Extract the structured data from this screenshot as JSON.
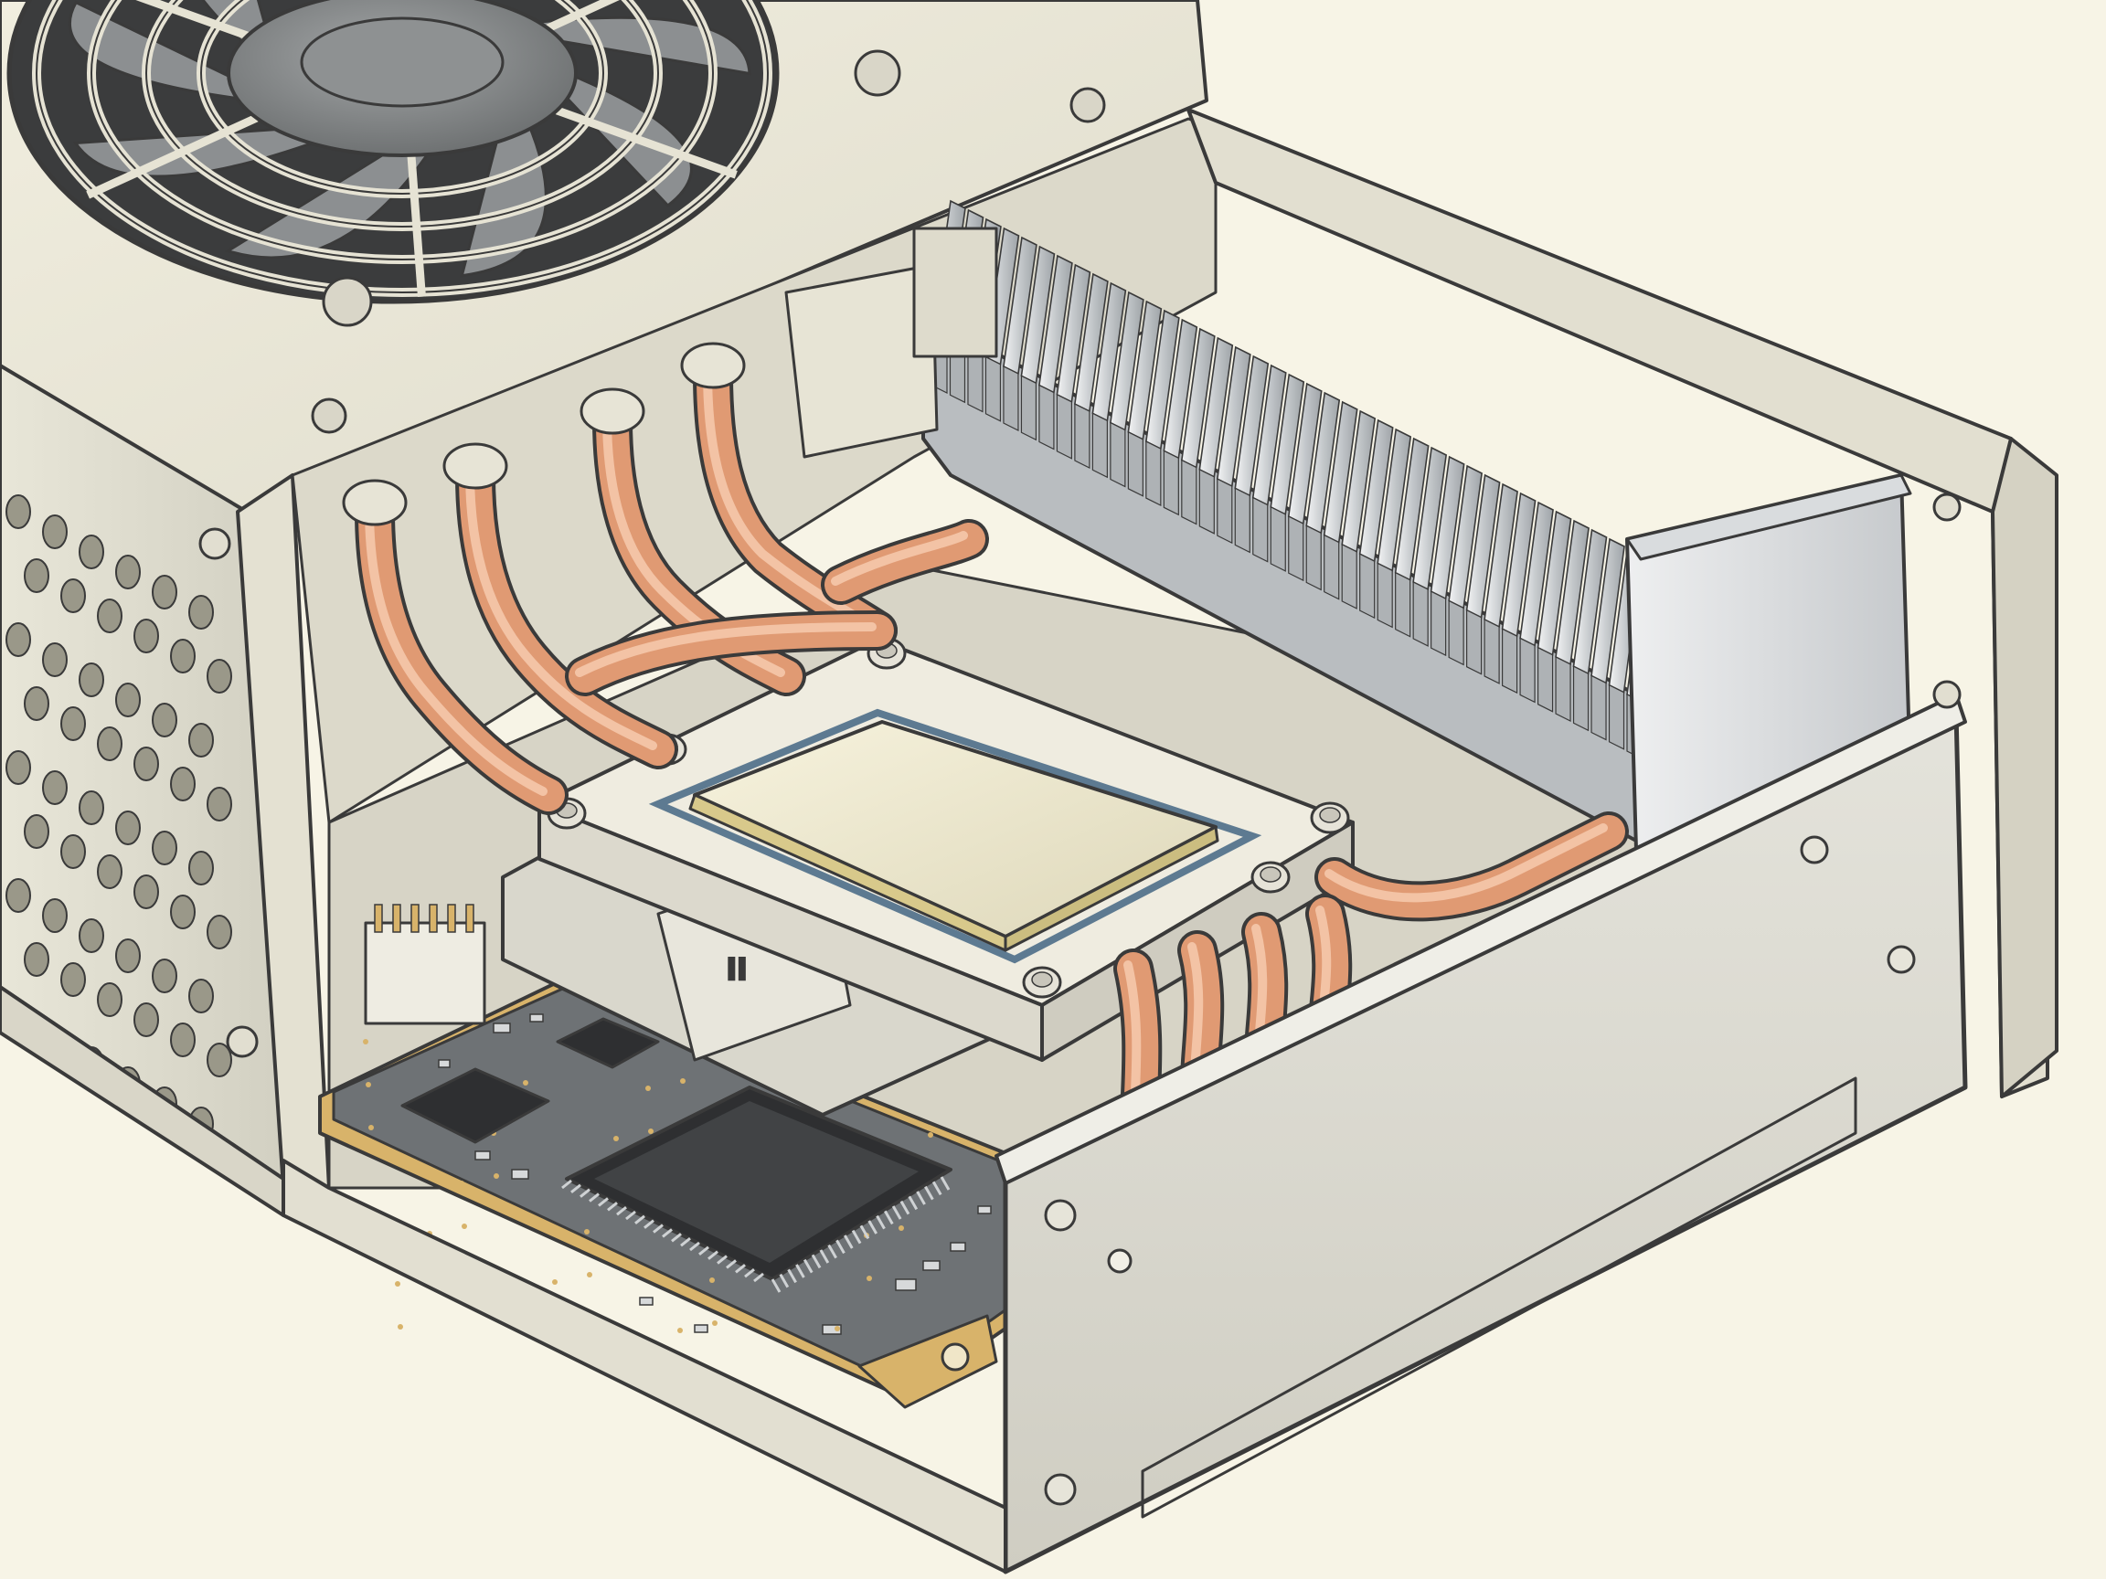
{
  "illustration": {
    "colors": {
      "background": "#f7f4e6",
      "chassis": "#e9e6d6",
      "chassis_shade": "#d6d3c3",
      "chassis_dark": "#bdbaab",
      "heatsink": "#c9cdd0",
      "heatsink_light": "#e8eaeb",
      "copper": "#e09a73",
      "copper_light": "#f3c3a5",
      "copper_dark": "#b76d4a",
      "pcb": "#6e7275",
      "pcb_gold": "#d8b36a",
      "chip": "#2e2f31",
      "cpu_lid": "#ebe6cc",
      "outline": "#3a3a3a"
    },
    "heatpipe_count": 10,
    "heatsink_fin_count": 40,
    "fan_blade_count": 9,
    "vent_hole_rows": 9,
    "vent_hole_cols": 6
  }
}
